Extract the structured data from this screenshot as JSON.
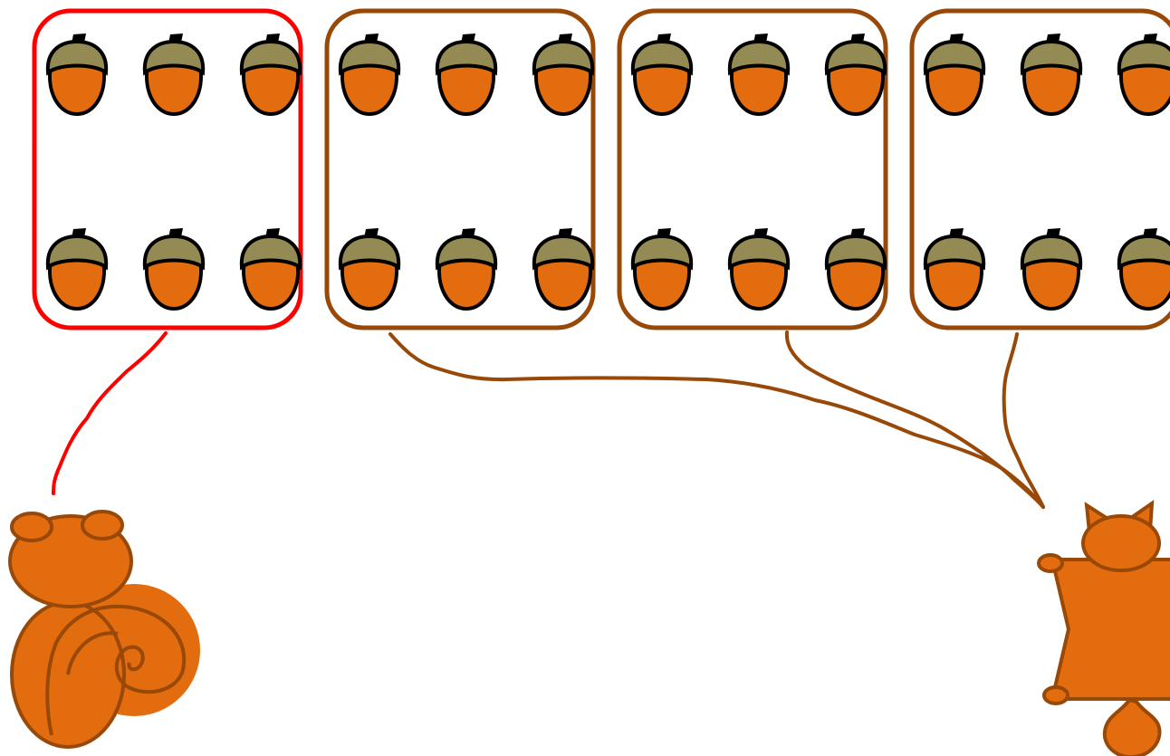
{
  "colors": {
    "background": "#ffffff",
    "nut": "#e36c0e",
    "cap": "#948a54",
    "highlight_group_border": "#ff0000",
    "group_border": "#984807",
    "animal_fill": "#e36c0e",
    "animal_outline": "#984807"
  },
  "groups": [
    {
      "acorns_per_row": 3,
      "rows": 2,
      "highlighted": true
    },
    {
      "acorns_per_row": 3,
      "rows": 2,
      "highlighted": false
    },
    {
      "acorns_per_row": 3,
      "rows": 2,
      "highlighted": false
    },
    {
      "acorns_per_row": 3,
      "rows": 2,
      "highlighted": false
    }
  ],
  "icons": {
    "acorn": "acorn-icon",
    "squirrel": "squirrel-icon",
    "cat": "cat-icon"
  },
  "connections": [
    {
      "from_group": 1,
      "to": "squirrel",
      "color": "red"
    },
    {
      "from_group": 2,
      "to": "cat",
      "color": "brown"
    },
    {
      "from_group": 3,
      "to": "cat",
      "color": "brown"
    },
    {
      "from_group": 4,
      "to": "cat",
      "color": "brown"
    }
  ]
}
